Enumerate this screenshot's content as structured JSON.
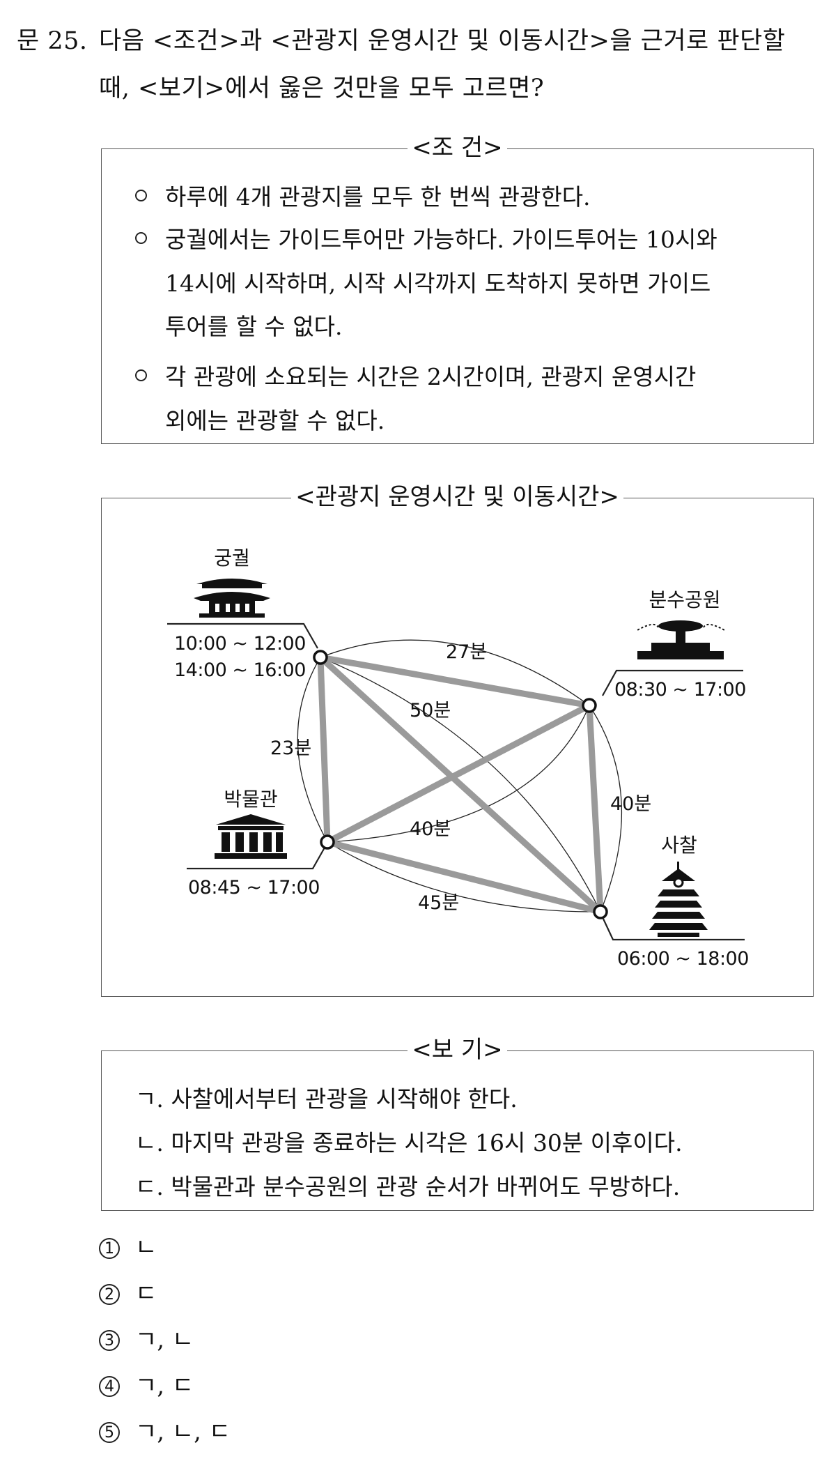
{
  "question": {
    "number": "문 25.",
    "stem_line1": "다음 <조건>과 <관광지 운영시간 및 이동시간>을 근거로 판단할",
    "stem_line2": "때, <보기>에서 옳은 것만을 모두 고르면?"
  },
  "conditions": {
    "title": "<조   건>",
    "lines": [
      "하루에 4개 관광지를 모두 한 번씩 관광한다.",
      "궁궐에서는 가이드투어만 가능하다. 가이드투어는 10시와",
      "14시에 시작하며, 시작 시각까지 도착하지 못하면 가이드",
      "투어를 할 수 없다.",
      "각 관광에 소요되는 시간은 2시간이며, 관광지 운영시간",
      "외에는 관광할 수 없다."
    ]
  },
  "map": {
    "title": "<관광지 운영시간 및 이동시간>",
    "places": {
      "palace": {
        "name": "궁궐",
        "hours1": "10:00 ~ 12:00",
        "hours2": "14:00 ~ 16:00",
        "icon": "palace-icon"
      },
      "fountain": {
        "name": "분수공원",
        "hours": "08:30 ~ 17:00",
        "icon": "fountain-icon"
      },
      "museum": {
        "name": "박물관",
        "hours": "08:45 ~ 17:00",
        "icon": "museum-icon"
      },
      "temple": {
        "name": "사찰",
        "hours": "06:00 ~ 18:00",
        "icon": "pagoda-icon"
      }
    },
    "edges": {
      "palace_fountain": "27분",
      "palace_temple": "50분",
      "palace_museum": "23분",
      "fountain_museum": "40분",
      "fountain_temple": "40분",
      "museum_temple": "45분"
    }
  },
  "bogi": {
    "title": "<보   기>",
    "items": [
      "ㄱ. 사찰에서부터 관광을 시작해야 한다.",
      "ㄴ. 마지막 관광을 종료하는 시각은 16시 30분 이후이다.",
      "ㄷ. 박물관과 분수공원의 관광 순서가 바뀌어도 무방하다."
    ]
  },
  "choices": [
    {
      "num": "1",
      "text": "ㄴ"
    },
    {
      "num": "2",
      "text": "ㄷ"
    },
    {
      "num": "3",
      "text": "ㄱ, ㄴ"
    },
    {
      "num": "4",
      "text": "ㄱ, ㄷ"
    },
    {
      "num": "5",
      "text": "ㄱ, ㄴ, ㄷ"
    }
  ]
}
